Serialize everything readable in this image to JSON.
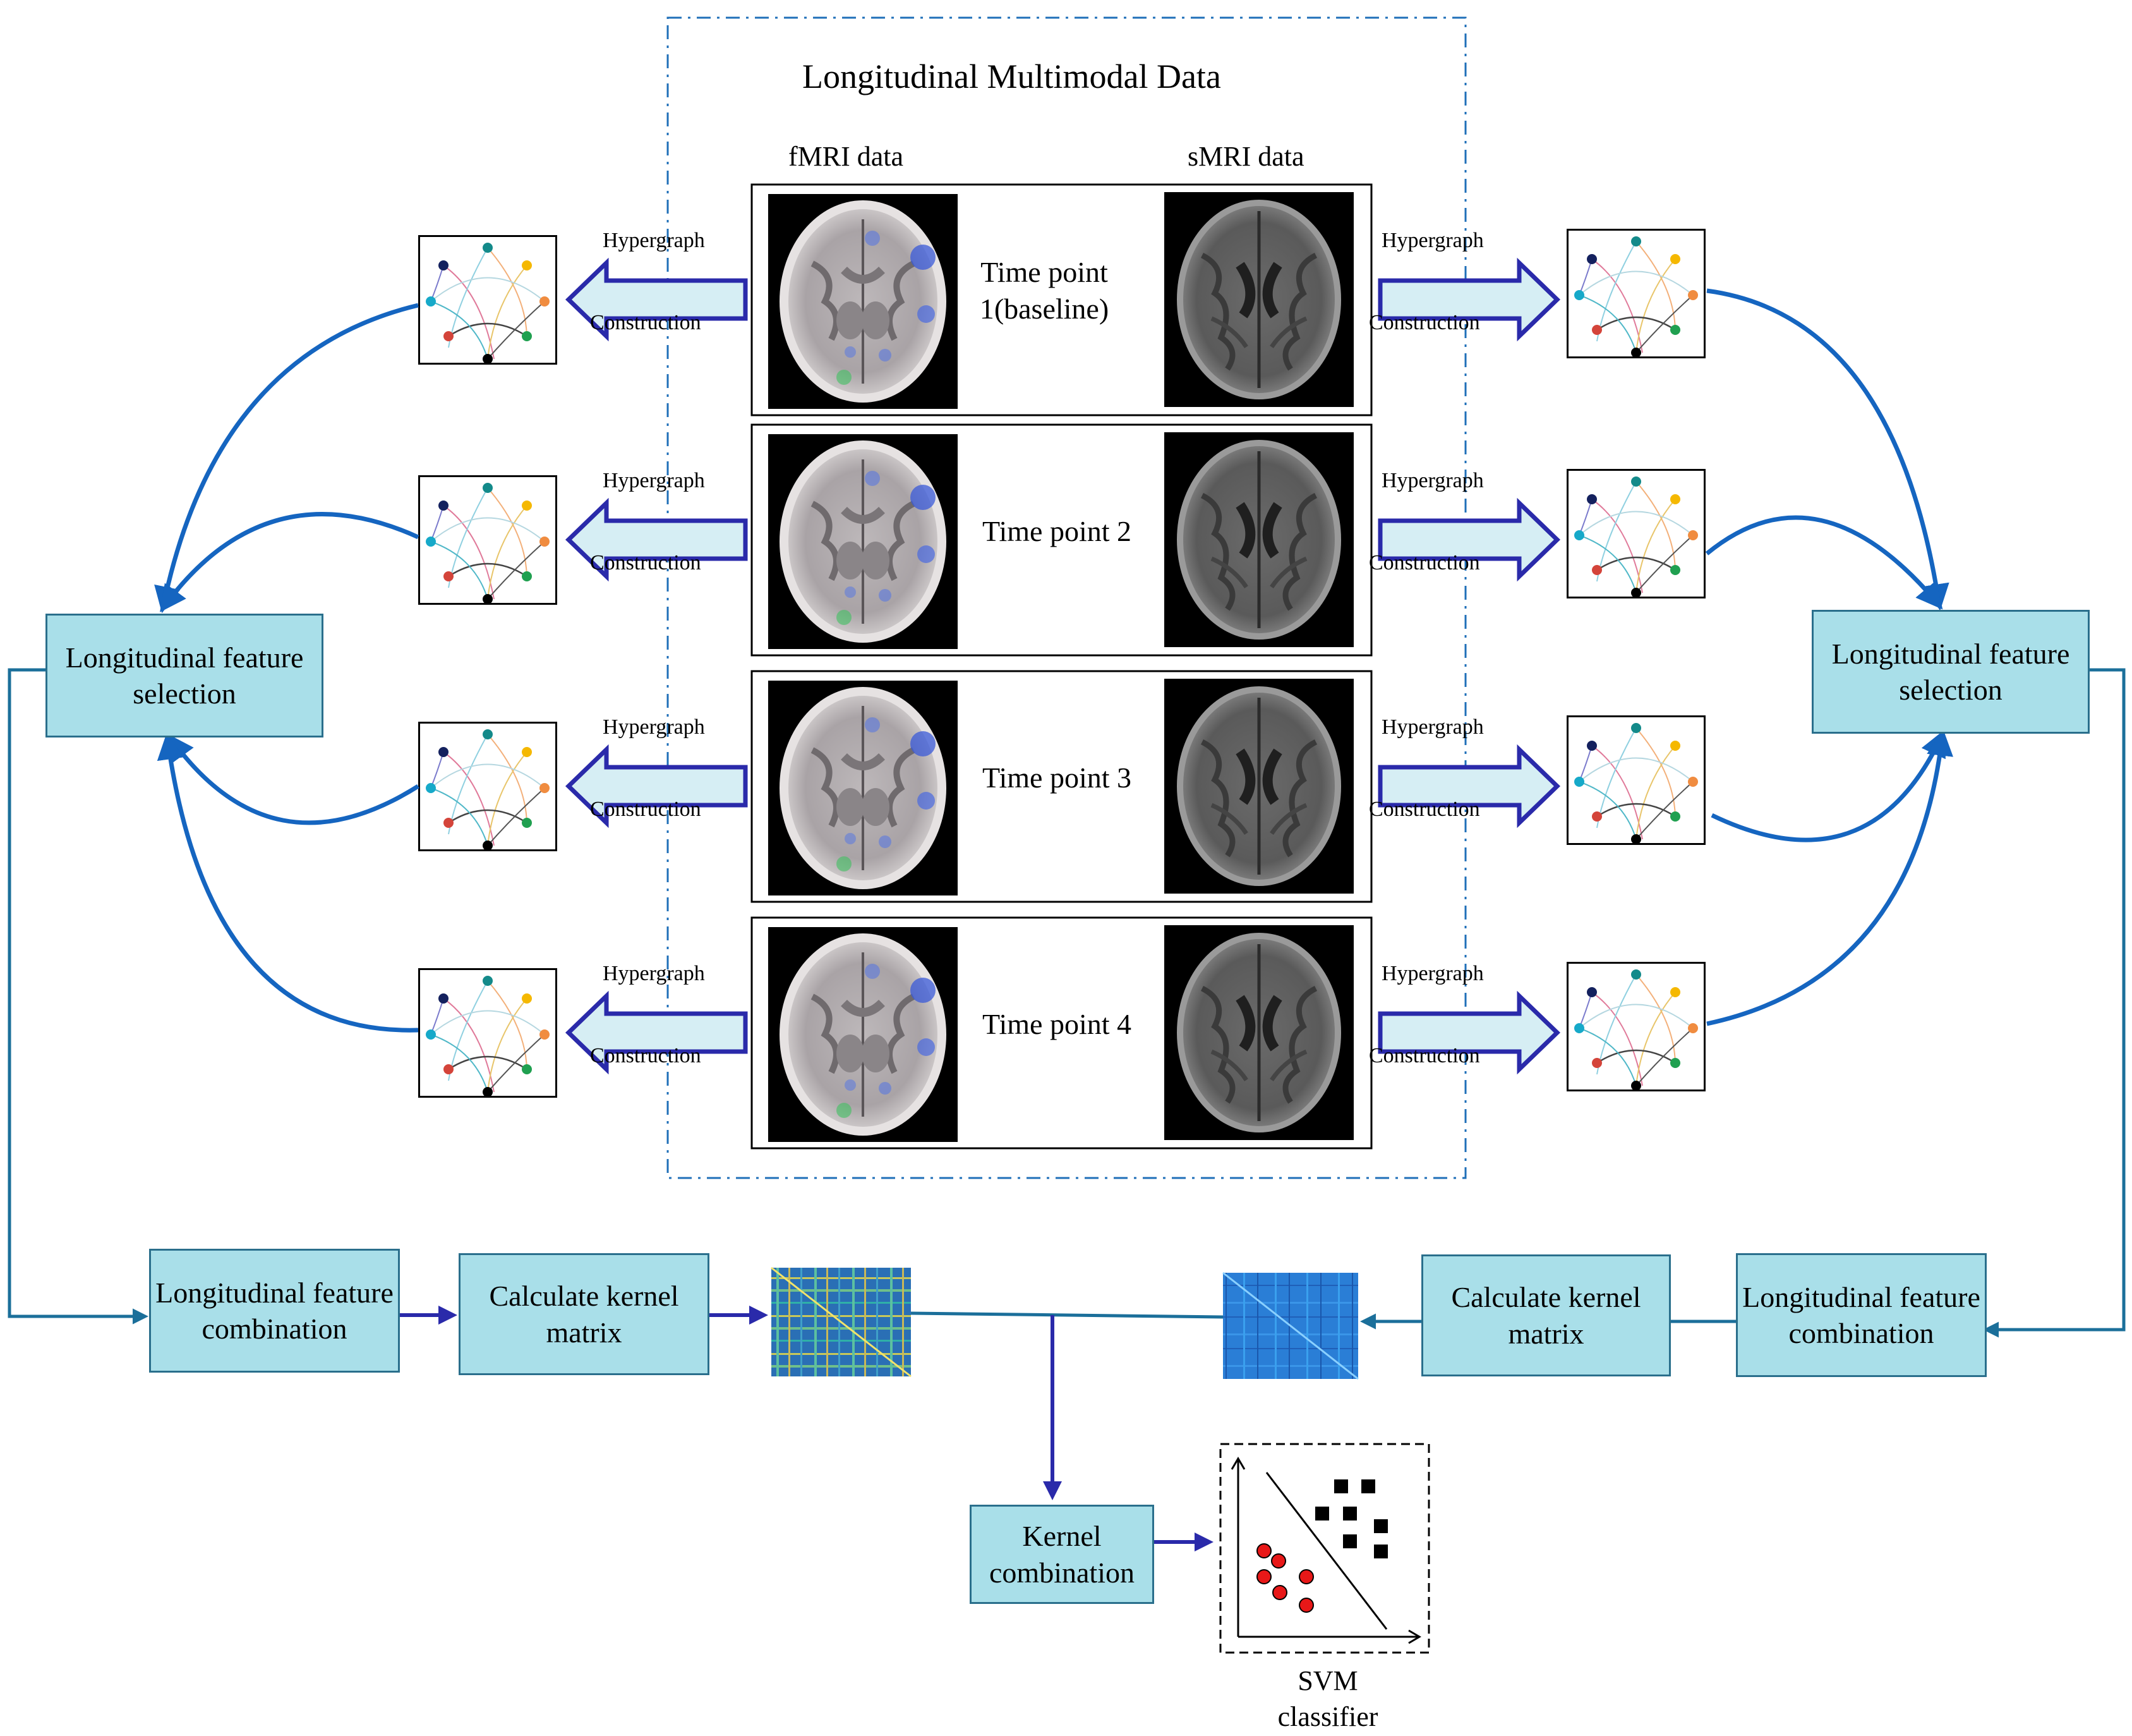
{
  "title": "Longitudinal Multimodal Data",
  "fmri_header": "fMRI data",
  "smri_header": "sMRI data",
  "time_points": [
    {
      "label": "Time point 1(baseline)",
      "line1": "Time point",
      "line2": "1(baseline)"
    },
    {
      "label": "Time point 2"
    },
    {
      "label": "Time point 3"
    },
    {
      "label": "Time point 4"
    }
  ],
  "hypergraph_label_top": "Hypergraph",
  "hypergraph_label_bottom": "Construction",
  "feature_selection_label": "Longitudinal feature selection",
  "feature_combination_label": "Longitudinal feature combination",
  "kernel_matrix_label": "Calculate kernel matrix",
  "kernel_combination_label": "Kernel combination",
  "svm_label": "SVM classifier",
  "colors": {
    "box_fill": "#a9dfe9",
    "curve_blue": "#1565c0",
    "dark_arrow": "#2a2aaa",
    "arrow_fill": "#d6eef4",
    "dash_border": "#1f6fb8"
  },
  "icons": [
    "hypergraph-icon",
    "brain-scan-icon",
    "kernel-heatmap-icon",
    "svm-scatter-icon"
  ]
}
